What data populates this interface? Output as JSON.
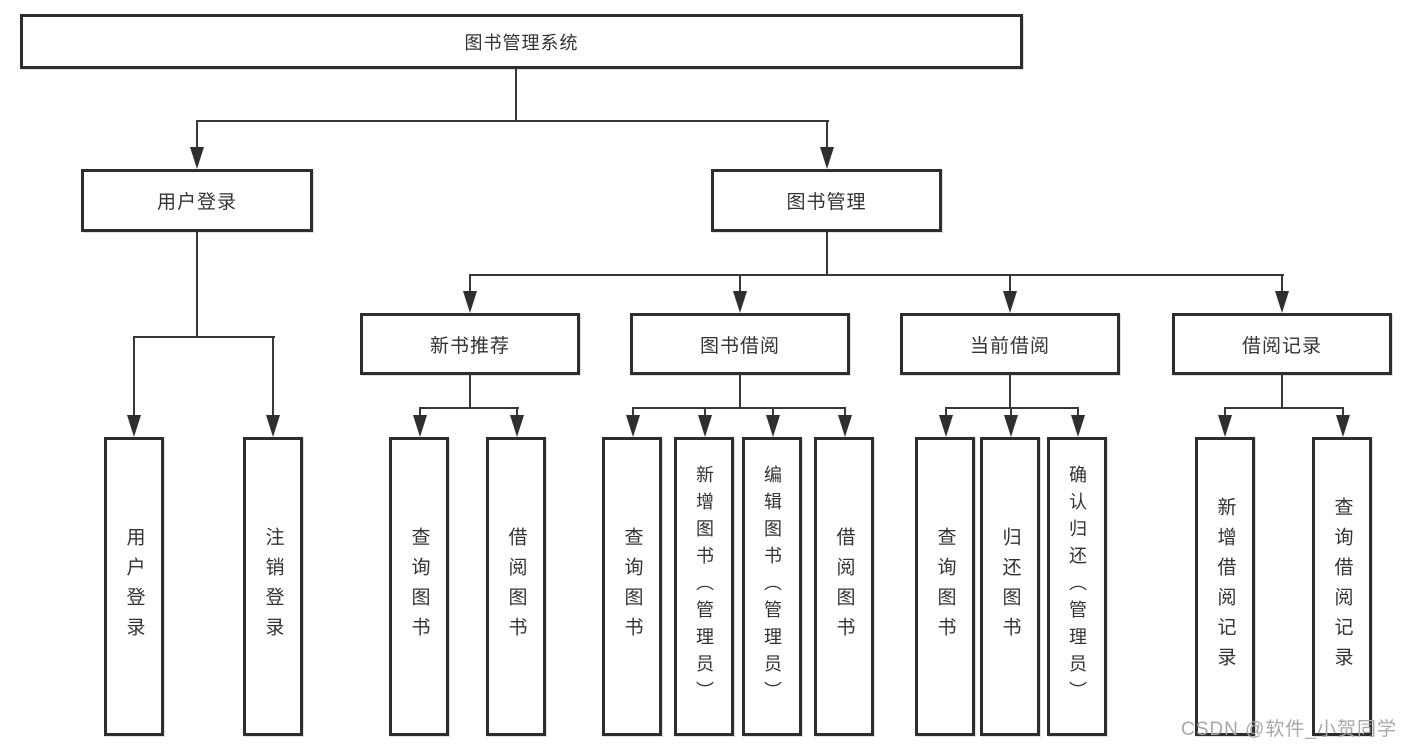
{
  "diagram": {
    "title": "图书管理系统",
    "type": "hierarchy-tree"
  },
  "nodes": {
    "root": {
      "label": "图书管理系统"
    },
    "user_login": {
      "label": "用户登录"
    },
    "book_mgmt": {
      "label": "图书管理"
    },
    "new_book_rec": {
      "label": "新书推荐"
    },
    "book_borrow": {
      "label": "图书借阅"
    },
    "current_borrow": {
      "label": "当前借阅"
    },
    "borrow_records": {
      "label": "借阅记录"
    },
    "leaf_user_login": {
      "label": "用户登录"
    },
    "leaf_logout": {
      "label": "注销登录"
    },
    "leaf_nbr_query_book": {
      "label": "查询图书"
    },
    "leaf_nbr_borrow_book": {
      "label": "借阅图书"
    },
    "leaf_bb_query_book": {
      "label": "查询图书"
    },
    "leaf_bb_add_book": {
      "label": "新增图书（管理员）"
    },
    "leaf_bb_edit_book": {
      "label": "编辑图书（管理员）"
    },
    "leaf_bb_borrow_book": {
      "label": "借阅图书"
    },
    "leaf_cb_query_book": {
      "label": "查询图书"
    },
    "leaf_cb_return_book": {
      "label": "归还图书"
    },
    "leaf_cb_confirm_return": {
      "label": "确认归还（管理员）"
    },
    "leaf_br_add_record": {
      "label": "新增借阅记录"
    },
    "leaf_br_query_record": {
      "label": "查询借阅记录"
    }
  },
  "watermark": {
    "text": "CSDN @软件_小贺同学"
  },
  "colors": {
    "background": "#ffffff",
    "box_border": "#2d2d2d",
    "line": "#383838",
    "text": "#333333",
    "watermark": "#a8a8a8"
  }
}
